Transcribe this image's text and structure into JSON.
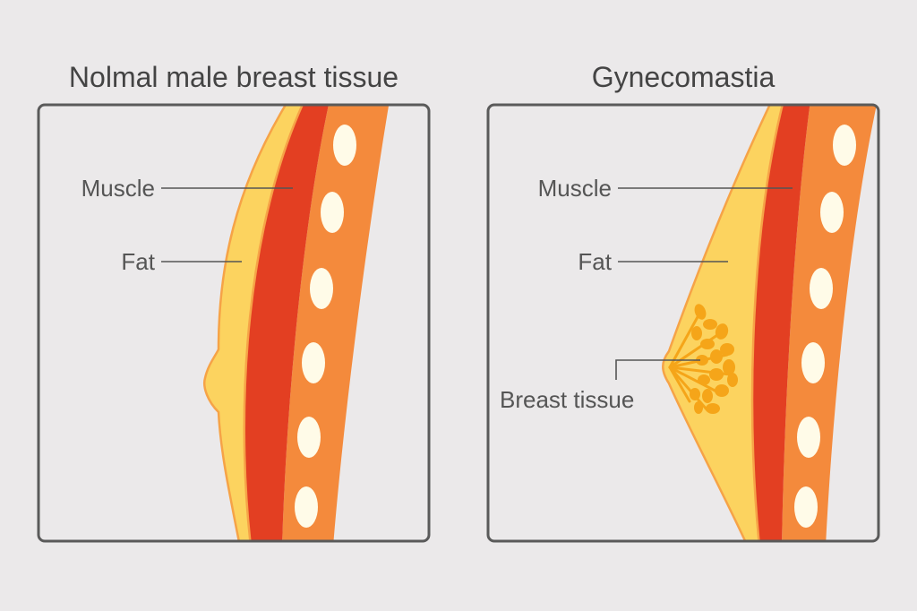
{
  "panels": [
    {
      "title": "Nolmal male breast tissue",
      "labels": {
        "muscle": "Muscle",
        "fat": "Fat"
      }
    },
    {
      "title": "Gynecomastia",
      "labels": {
        "muscle": "Muscle",
        "fat": "Fat",
        "breast_tissue": "Breast tissue"
      }
    }
  ],
  "colors": {
    "background": "#ebe9ea",
    "frame": "#5a5a5a",
    "rib_band": "#f48a3c",
    "muscle": "#e33f22",
    "fat": "#fcd35f",
    "skin_outline": "#f6a347",
    "rib_oval": "#fffbe8",
    "breast_tissue": "#f5a519",
    "leader_line": "#555555"
  }
}
